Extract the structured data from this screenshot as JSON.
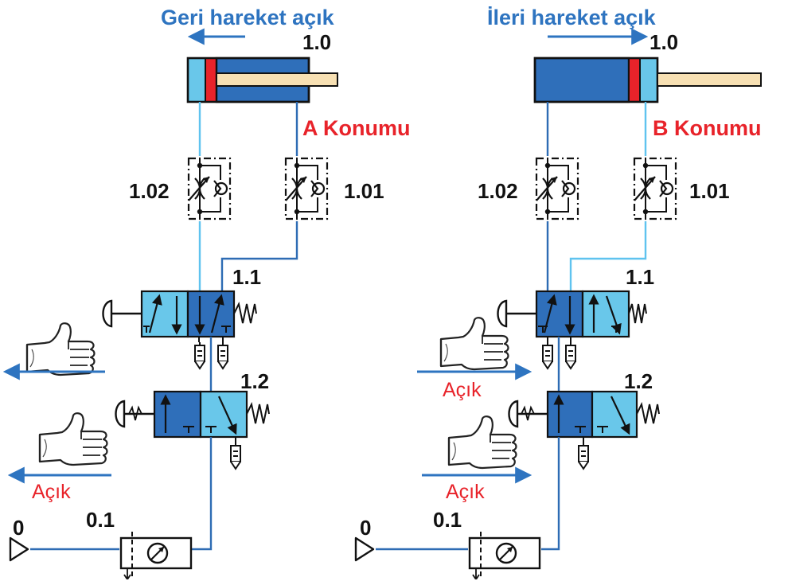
{
  "colors": {
    "dark_blue": "#2f6fba",
    "light_blue": "#69c7ea",
    "line_dark": "#2e6cb4",
    "line_light": "#5fc3ef",
    "piston_red": "#e8232a",
    "rod_cream": "#f7e0b3",
    "title_blue": "#2e74c0",
    "label_red": "#e8232a"
  },
  "left": {
    "title": "Geri hareket açık",
    "cylinder_label": "1.0",
    "position_label": "A Konumu",
    "flow_valve_left": "1.02",
    "flow_valve_right": "1.01",
    "valve_top_label": "1.1",
    "valve_bottom_label": "1.2",
    "open_label": "Açık",
    "source_label": "0",
    "unit_label": "0.1"
  },
  "right": {
    "title": "İleri hareket açık",
    "cylinder_label": "1.0",
    "position_label": "B Konumu",
    "flow_valve_left": "1.02",
    "flow_valve_right": "1.01",
    "valve_top_label": "1.1",
    "valve_bottom_label": "1.2",
    "open_label_upper": "Açık",
    "open_label_lower": "Açık",
    "source_label": "0",
    "unit_label": "0.1"
  },
  "icons": {
    "hand": "thumbs-up-hand-icon",
    "silencer": "exhaust-silencer-icon",
    "gauge": "pressure-gauge-icon",
    "source": "pressure-source-triangle-icon"
  }
}
